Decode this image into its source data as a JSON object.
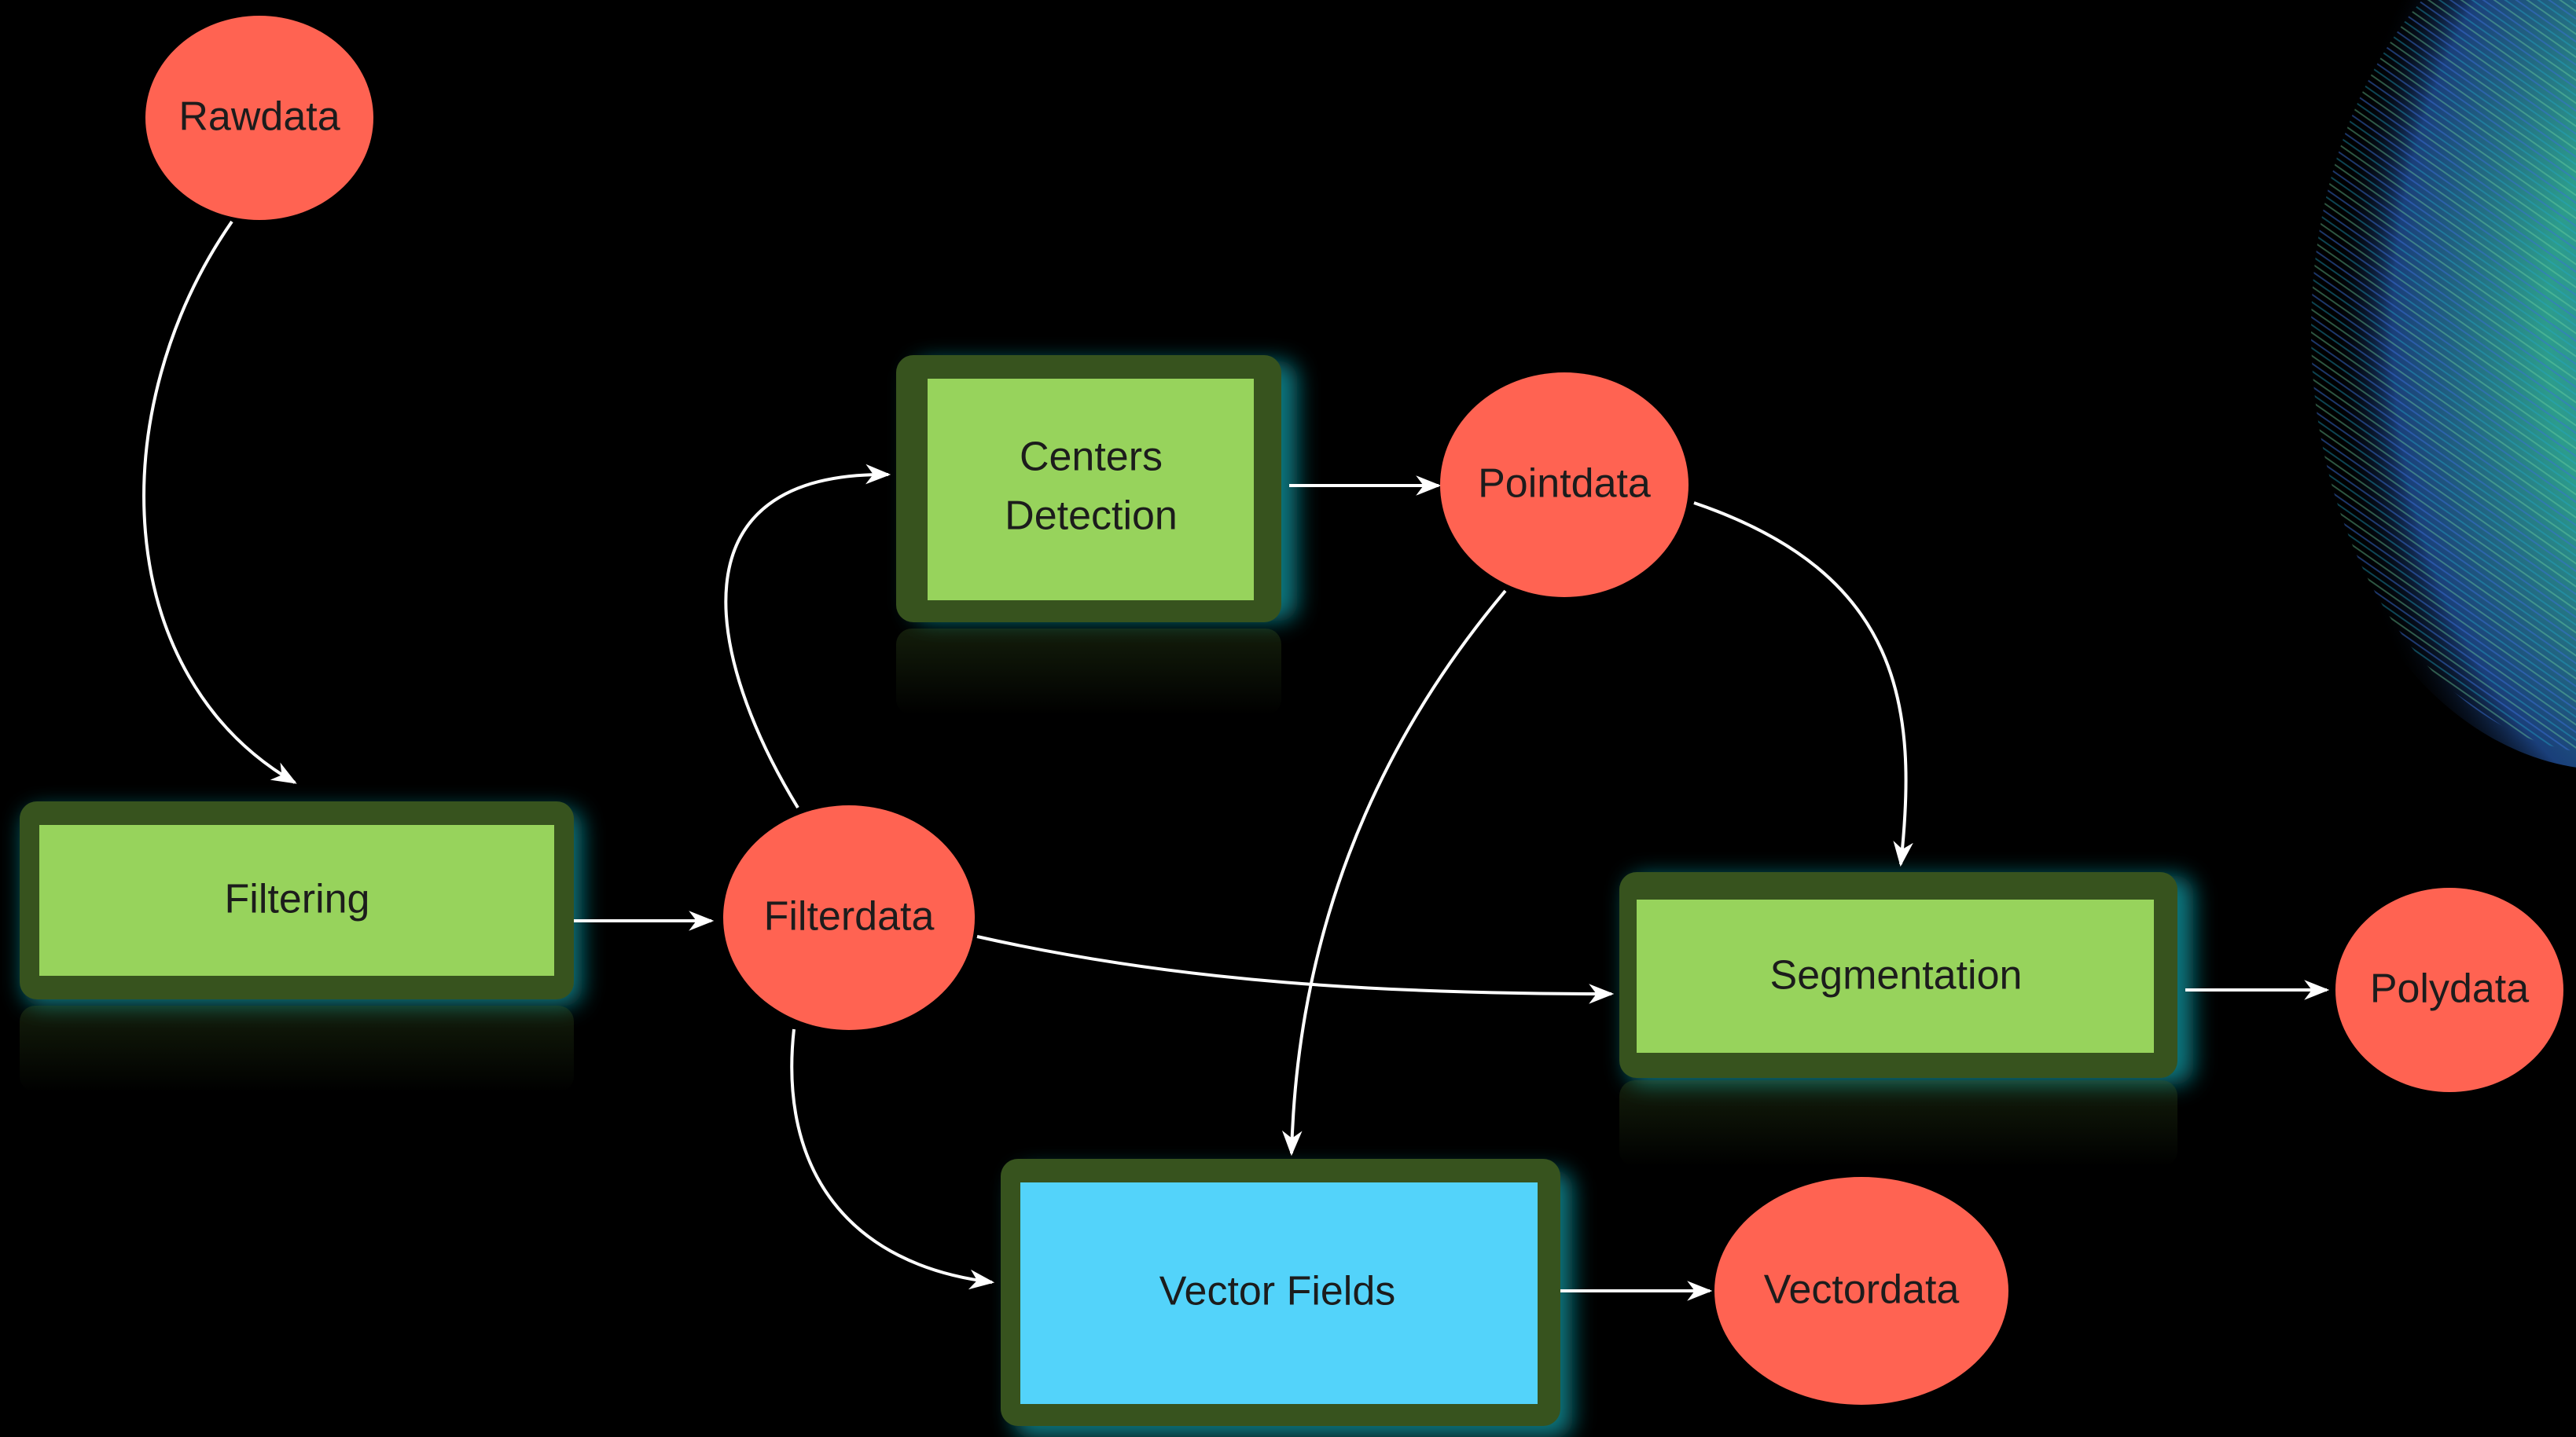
{
  "colors": {
    "background": "#000000",
    "data_node": "#ff6352",
    "process_box_fill": "#97d35c",
    "process_box_border": "#37531e",
    "vector_box_fill": "#53d3fa",
    "glow": "#16b8c4",
    "edge": "#ffffff",
    "label": "#1c1c1c"
  },
  "nodes": {
    "rawdata": "Rawdata",
    "filtering": "Filtering",
    "filterdata": "Filterdata",
    "centers_detection_line1": "Centers",
    "centers_detection_line2": "Detection",
    "pointdata": "Pointdata",
    "segmentation": "Segmentation",
    "polydata": "Polydata",
    "vector_fields": "Vector Fields",
    "vectordata": "Vectordata"
  },
  "edges": [
    {
      "from": "Rawdata",
      "to": "Filtering"
    },
    {
      "from": "Filtering",
      "to": "Filterdata"
    },
    {
      "from": "Filterdata",
      "to": "Centers Detection"
    },
    {
      "from": "Centers Detection",
      "to": "Pointdata"
    },
    {
      "from": "Pointdata",
      "to": "Segmentation"
    },
    {
      "from": "Pointdata",
      "to": "Vector Fields"
    },
    {
      "from": "Filterdata",
      "to": "Segmentation"
    },
    {
      "from": "Filterdata",
      "to": "Vector Fields"
    },
    {
      "from": "Segmentation",
      "to": "Polydata"
    },
    {
      "from": "Vector Fields",
      "to": "Vectordata"
    }
  ],
  "decoration": {
    "image": "fiber-sphere-visualization"
  }
}
